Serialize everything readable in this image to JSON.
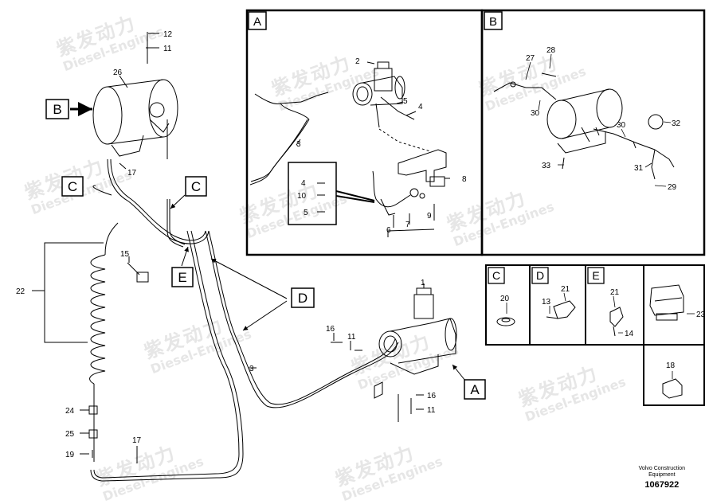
{
  "watermark": {
    "cn": "紫发动力",
    "en": "Diesel-Engines"
  },
  "footer": {
    "brand": "Volvo Construction",
    "sub": "Equipment",
    "part_number": "1067922"
  },
  "panels": {
    "A": {
      "letter": "A",
      "labels": [
        "2",
        "5",
        "4",
        "3",
        "8",
        "4",
        "10",
        "5",
        "6",
        "7",
        "9"
      ]
    },
    "B": {
      "letter": "B",
      "labels": [
        "27",
        "28",
        "30",
        "30",
        "32",
        "33",
        "31",
        "29"
      ]
    },
    "C": {
      "letter": "C",
      "labels": [
        "20"
      ]
    },
    "D": {
      "letter": "D",
      "labels": [
        "21",
        "13"
      ]
    },
    "E": {
      "letter": "E",
      "labels": [
        "21",
        "14"
      ]
    },
    "F": {
      "labels": [
        "23"
      ]
    },
    "G": {
      "labels": [
        "18"
      ]
    }
  },
  "main": {
    "callout_letters": {
      "B": "B",
      "C1": "C",
      "C2": "C",
      "E": "E",
      "D": "D",
      "A": "A"
    },
    "labels": [
      "12",
      "11",
      "26",
      "17",
      "15",
      "22",
      "1",
      "16",
      "11",
      "3",
      "16",
      "11",
      "24",
      "25",
      "19",
      "17"
    ]
  }
}
